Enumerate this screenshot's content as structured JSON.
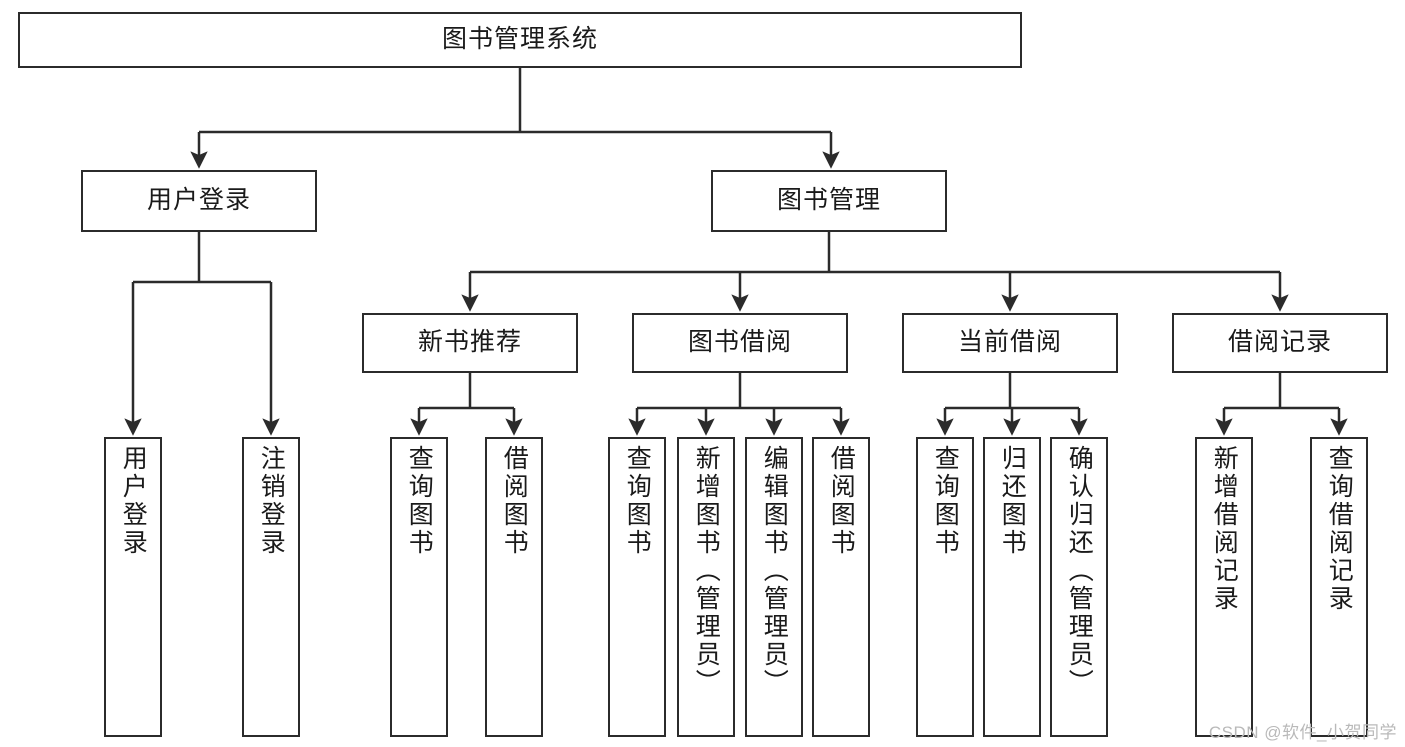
{
  "diagram": {
    "title": "图书管理系统",
    "type": "tree-hierarchy-chart",
    "colors": {
      "box_border": "#2b2b2b",
      "box_fill": "#ffffff",
      "edge": "#2b2b2b",
      "text": "#1a1a1a",
      "watermark": "#b9b9b9"
    },
    "root": {
      "label": "图书管理系统"
    },
    "level2": [
      {
        "label": "用户登录"
      },
      {
        "label": "图书管理"
      }
    ],
    "level3": [
      {
        "label": "新书推荐"
      },
      {
        "label": "图书借阅"
      },
      {
        "label": "当前借阅"
      },
      {
        "label": "借阅记录"
      }
    ],
    "leaves": [
      {
        "label": "用户登录",
        "parent": "用户登录"
      },
      {
        "label": "注销登录",
        "parent": "用户登录"
      },
      {
        "label": "查询图书",
        "parent": "新书推荐"
      },
      {
        "label": "借阅图书",
        "parent": "新书推荐"
      },
      {
        "label": "查询图书",
        "parent": "图书借阅"
      },
      {
        "label": "新增图书（管理员）",
        "parent": "图书借阅"
      },
      {
        "label": "编辑图书（管理员）",
        "parent": "图书借阅"
      },
      {
        "label": "借阅图书",
        "parent": "图书借阅"
      },
      {
        "label": "查询图书",
        "parent": "当前借阅"
      },
      {
        "label": "归还图书",
        "parent": "当前借阅"
      },
      {
        "label": "确认归还（管理员）",
        "parent": "当前借阅"
      },
      {
        "label": "新增借阅记录",
        "parent": "借阅记录"
      },
      {
        "label": "查询借阅记录",
        "parent": "借阅记录"
      }
    ],
    "watermark": "CSDN @软件_小贺同学"
  }
}
